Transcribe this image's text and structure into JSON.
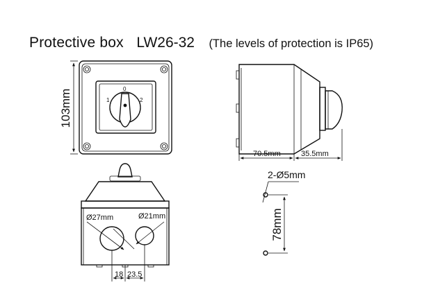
{
  "title": {
    "main": "Protective box",
    "model": "LW26-32",
    "note": "(The levels of protection is IP65)"
  },
  "front_view": {
    "height_dim": "103mm",
    "switch_pos_left": "1",
    "switch_pos_center": "0",
    "switch_pos_right": "2"
  },
  "side_view": {
    "depth_dim": "70.5mm",
    "knob_dim": "35.5mm"
  },
  "bottom_view": {
    "hole_large": "Ø27mm",
    "hole_small": "Ø21mm",
    "spacing_left": "18",
    "spacing_right": "23.5"
  },
  "mounting_view": {
    "holes_dim": "2-Ø5mm",
    "spacing_dim": "78mm"
  }
}
